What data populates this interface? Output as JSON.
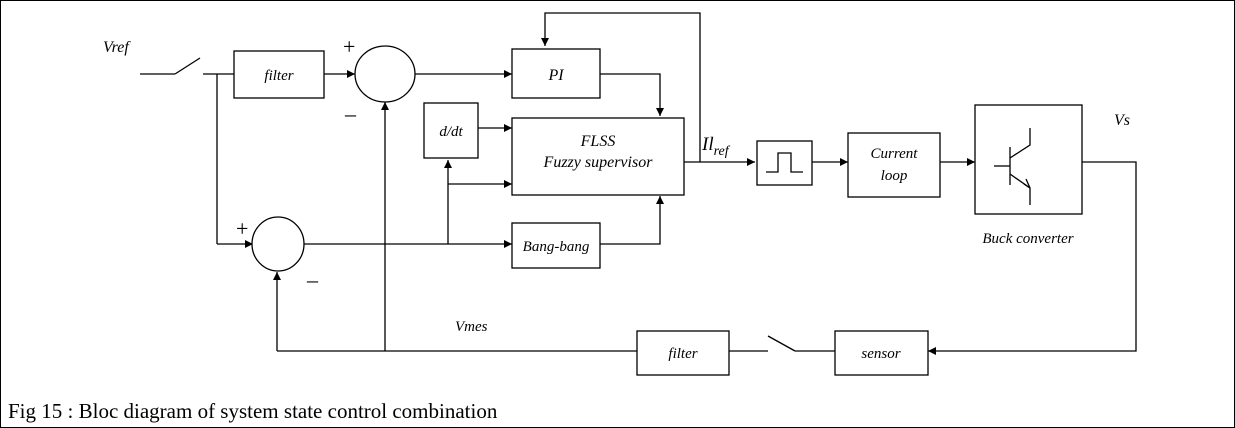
{
  "diagram": {
    "inputs": {
      "reference": "Vref",
      "measured": "Vmes",
      "output": "Vs",
      "current_ref_main": "Il",
      "current_ref_sub": "ref"
    },
    "blocks": {
      "filter_in": "filter",
      "pi": "PI",
      "derivative": "d/dt",
      "flss_title": "FLSS",
      "flss_subtitle": "Fuzzy supervisor",
      "bang_bang": "Bang-bang",
      "current_loop_1": "Current",
      "current_loop_2": "loop",
      "buck_label": "Buck converter",
      "filter_out": "filter",
      "sensor": "sensor"
    },
    "signs": {
      "plus": "+",
      "minus": "–"
    },
    "caption": "Fig 15 : Bloc diagram of system state control combination"
  }
}
